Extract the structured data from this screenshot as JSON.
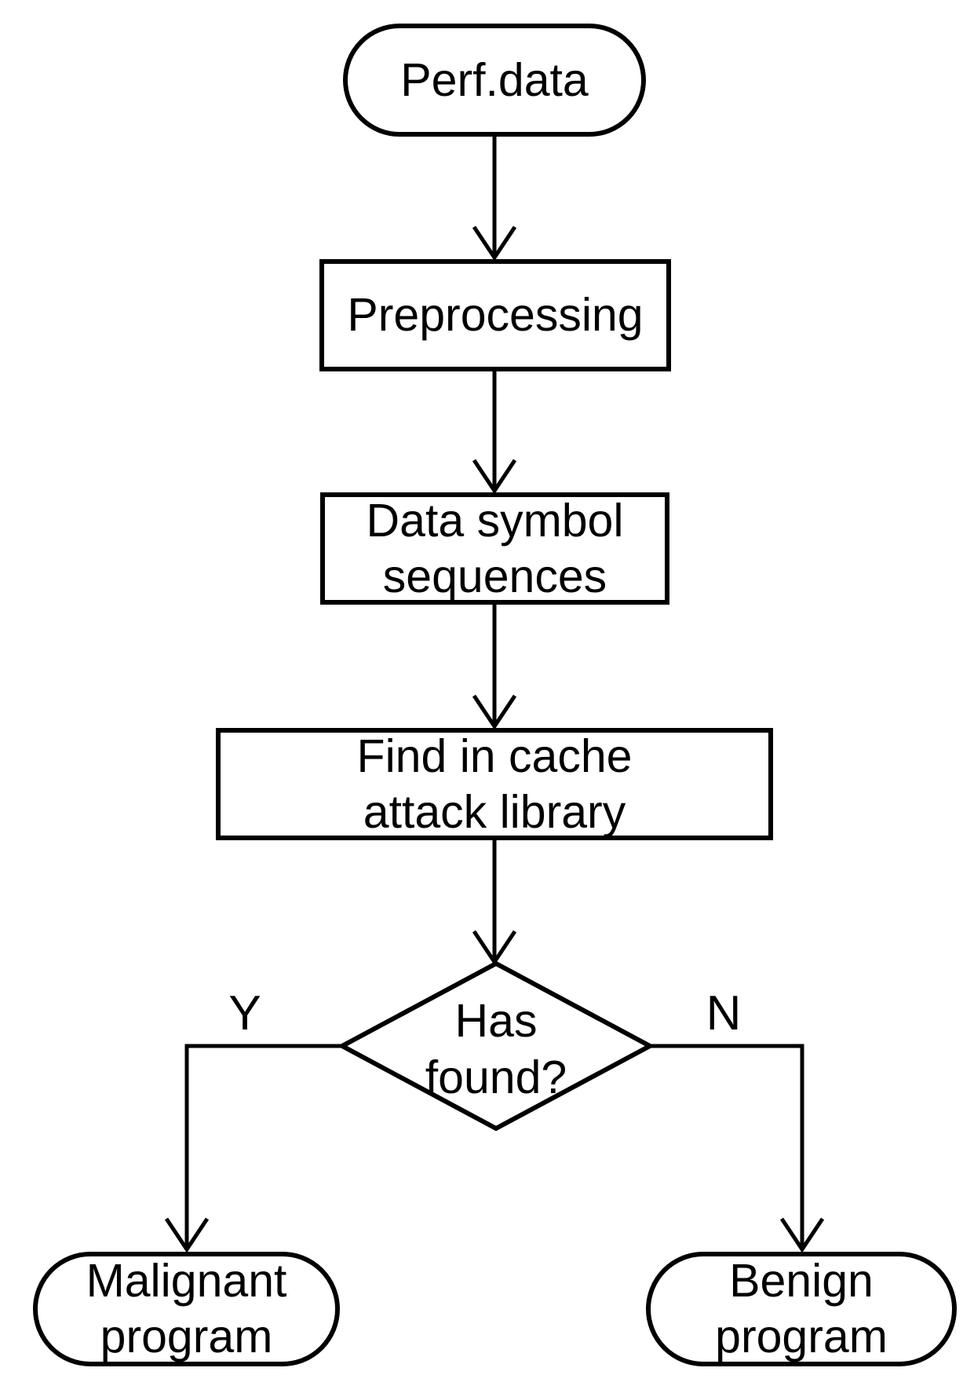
{
  "diagram": {
    "title": "cache attack detection flowchart",
    "background_color": "#ffffff",
    "stroke_color": "#000000",
    "nodes": {
      "perf_data": {
        "label": "Perf.data",
        "shape": "terminator"
      },
      "preprocessing": {
        "label": "Preprocessing",
        "shape": "process"
      },
      "data_symbol": {
        "label": "Data symbol\nsequences",
        "shape": "process"
      },
      "find_cache": {
        "label": "Find in cache\nattack library",
        "shape": "process"
      },
      "has_found": {
        "label": "Has\nfound?",
        "shape": "decision"
      },
      "malignant": {
        "label": "Malignant\nprogram",
        "shape": "terminator"
      },
      "benign": {
        "label": "Benign\nprogram",
        "shape": "terminator"
      }
    },
    "branch_labels": {
      "yes": "Y",
      "no": "N"
    }
  }
}
